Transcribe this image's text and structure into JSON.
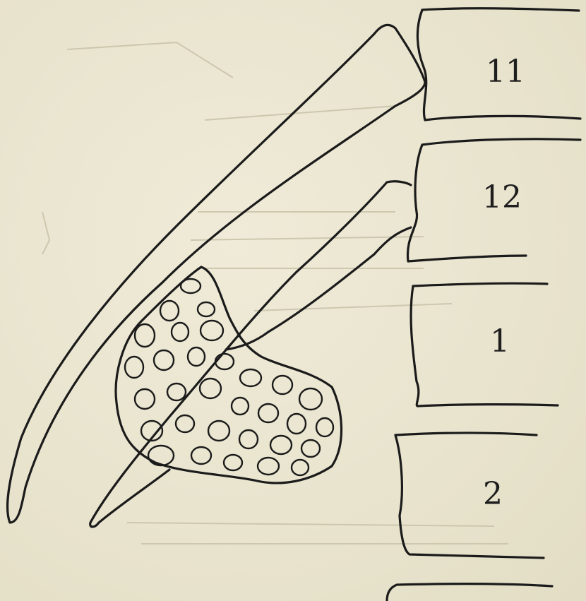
{
  "figure": {
    "vertebra_labels": [
      "11",
      "12",
      "1",
      "2"
    ],
    "colors": {
      "ink": "#1b1b1b",
      "paper": "#ece8d4"
    }
  }
}
